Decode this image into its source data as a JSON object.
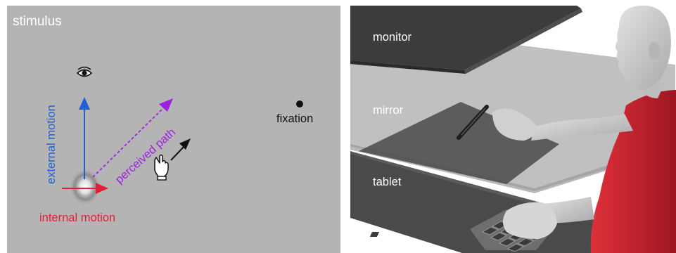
{
  "stimulus_panel": {
    "title": "stimulus",
    "external_motion_label": "external motion",
    "internal_motion_label": "internal motion",
    "perceived_path_label": "perceived path",
    "fixation_label": "fixation",
    "icons": [
      "eye-icon",
      "pointing-hand-icon"
    ],
    "colors": {
      "background": "#b4b4b4",
      "external_motion": "#1f5fd6",
      "internal_motion": "#e0203a",
      "perceived_path": "#a020e0",
      "hand_motion": "#111111"
    }
  },
  "setup_panel": {
    "monitor_label": "monitor",
    "mirror_label": "mirror",
    "tablet_label": "tablet",
    "colors": {
      "monitor": "#3a3a3a",
      "mirror": "#8a8a8a",
      "tablet": "#454545",
      "shirt": "#c81e2a"
    }
  }
}
